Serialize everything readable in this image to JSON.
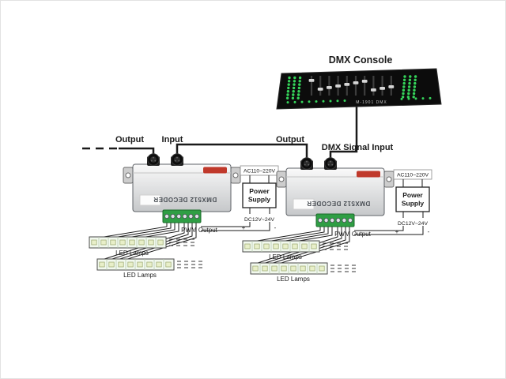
{
  "console": {
    "title": "DMX Console",
    "model": "M-1901 DMX"
  },
  "wiring": {
    "output_left": "Output",
    "input": "Input",
    "output_mid": "Output",
    "dmx_signal_input": "DMX Signal Input"
  },
  "decoder": {
    "label": "DMX512 DECODER",
    "pwm_output": "PWM Output"
  },
  "power_supply": {
    "ac": "AC110~220V",
    "name_line1": "Power",
    "name_line2": "Supply",
    "dc": "DC12V~24V",
    "positive": "+",
    "negative": "-"
  },
  "led": {
    "lamps": "LED Lamps"
  },
  "colors": {
    "console_led_green": "#35d45a",
    "terminal_green": "#2f9e44",
    "decoder_stripe_red": "#c0392b",
    "wire_black": "#1a1a1a"
  }
}
